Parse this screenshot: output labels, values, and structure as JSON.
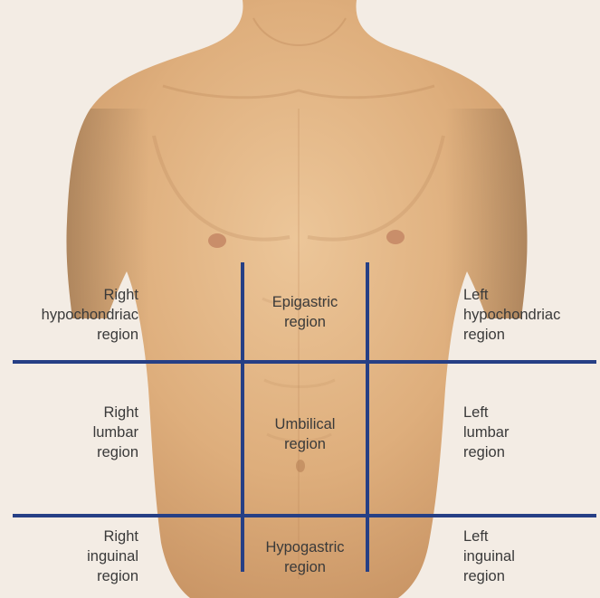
{
  "background_color": "#f3ece4",
  "grid_line_color": "#263f85",
  "skin_color": "#e3b686",
  "regions": {
    "right_hypochondriac": [
      "Right",
      "hypochondriac",
      "region"
    ],
    "epigastric": [
      "Epigastric",
      "region"
    ],
    "left_hypochondriac": [
      "Left",
      "hypochondriac",
      "region"
    ],
    "right_lumbar": [
      "Right",
      "lumbar",
      "region"
    ],
    "umbilical": [
      "Umbilical",
      "region"
    ],
    "left_lumbar": [
      "Left",
      "lumbar",
      "region"
    ],
    "right_inguinal": [
      "Right",
      "inguinal",
      "region"
    ],
    "hypogastric": [
      "Hypogastric",
      "region"
    ],
    "left_inguinal": [
      "Left",
      "inguinal",
      "region"
    ]
  }
}
